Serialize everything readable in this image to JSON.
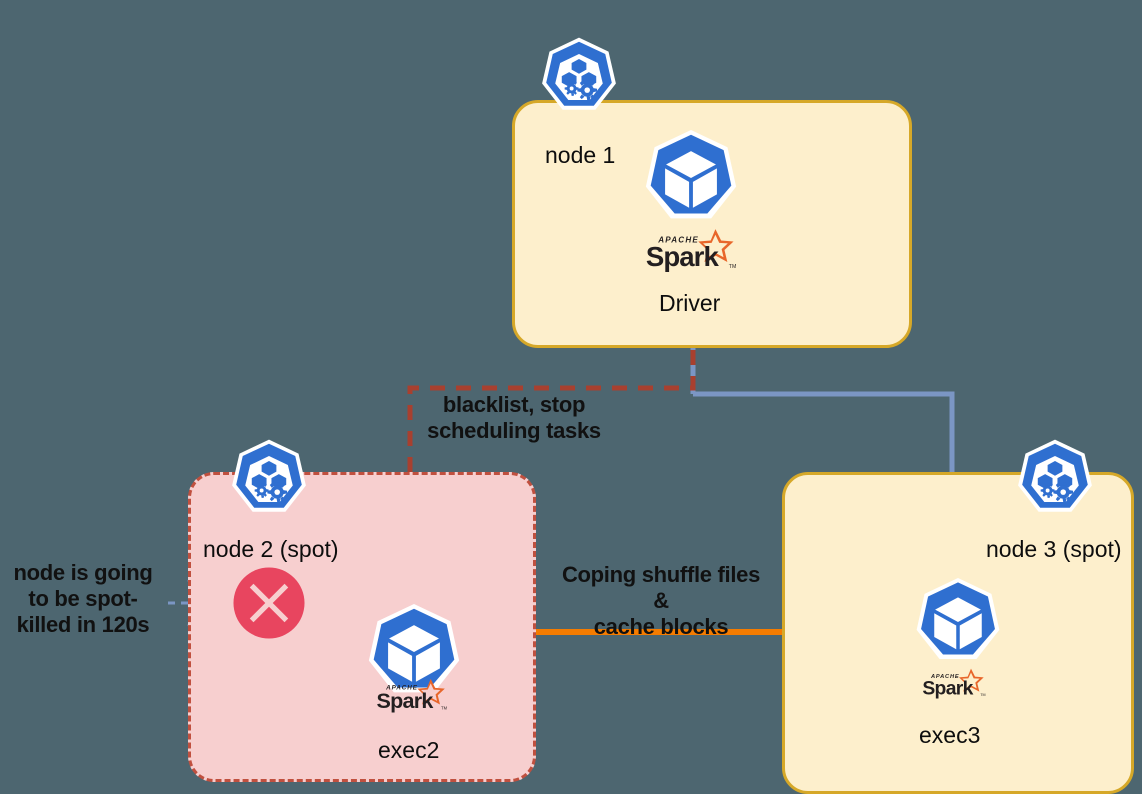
{
  "diagram": {
    "title": "Spark on Kubernetes spot node decommissioning",
    "background_color": "#4d6670"
  },
  "colors": {
    "node_ok_fill": "#fdefcc",
    "node_ok_border": "#d6a828",
    "node_doomed_fill": "#f7cfcf",
    "node_doomed_border": "#c0503f",
    "k8s_blue": "#2f6fd0",
    "spark_orange": "#e8662a",
    "copy_arrow_orange": "#f57c00",
    "driver_arrow_blue": "#7b96c4",
    "blacklist_arrow_red": "#a8402f",
    "error_red": "#e8455f",
    "text_dark": "#111111"
  },
  "nodes": [
    {
      "id": "node1",
      "label": "node 1",
      "state": "healthy",
      "k8s_icon": "kubernetes-node-icon",
      "pod": {
        "label": "Driver",
        "cube_icon": "pod-cube-icon",
        "logo": "apache-spark-logo"
      }
    },
    {
      "id": "node2",
      "label": "node 2 (spot)",
      "state": "spot-killed",
      "k8s_icon": "kubernetes-node-icon",
      "status_icon": "error-x-icon",
      "pod": {
        "label": "exec2",
        "cube_icon": "pod-cube-icon",
        "logo": "apache-spark-logo"
      }
    },
    {
      "id": "node3",
      "label": "node 3 (spot)",
      "state": "healthy",
      "k8s_icon": "kubernetes-node-icon",
      "pod": {
        "label": "exec3",
        "cube_icon": "pod-cube-icon",
        "logo": "apache-spark-logo"
      }
    }
  ],
  "spark_logo": {
    "wordmark": "Spark",
    "supertext": "APACHE",
    "trademark": "TM"
  },
  "annotations": [
    {
      "id": "spot-kill-warning",
      "lines": [
        "node is going",
        "to be spot-",
        "killed in 120s"
      ],
      "text": "node is going to be spot-killed in 120s",
      "arrow": "dashed-blue-arrow-right"
    },
    {
      "id": "blacklist-note",
      "lines": [
        "blacklist, stop",
        "scheduling tasks"
      ],
      "text": "blacklist, stop scheduling tasks",
      "arrow": "dashed-red-arrow-down"
    },
    {
      "id": "copy-note",
      "lines": [
        "Coping shuffle files &",
        "cache blocks"
      ],
      "text": "Coping shuffle files & cache blocks",
      "arrow": "solid-orange-arrow-right"
    }
  ],
  "edges": [
    {
      "id": "driver-to-exec2",
      "from": "Driver",
      "to": "exec2",
      "style": "dashed",
      "color": "#a8402f",
      "label": "blacklist, stop scheduling tasks"
    },
    {
      "id": "driver-to-exec3",
      "from": "Driver",
      "to": "exec3",
      "style": "solid",
      "color": "#7b96c4",
      "label": ""
    },
    {
      "id": "exec2-to-exec3",
      "from": "exec2",
      "to": "exec3",
      "style": "solid",
      "color": "#f57c00",
      "label": "Coping shuffle files & cache blocks"
    }
  ]
}
